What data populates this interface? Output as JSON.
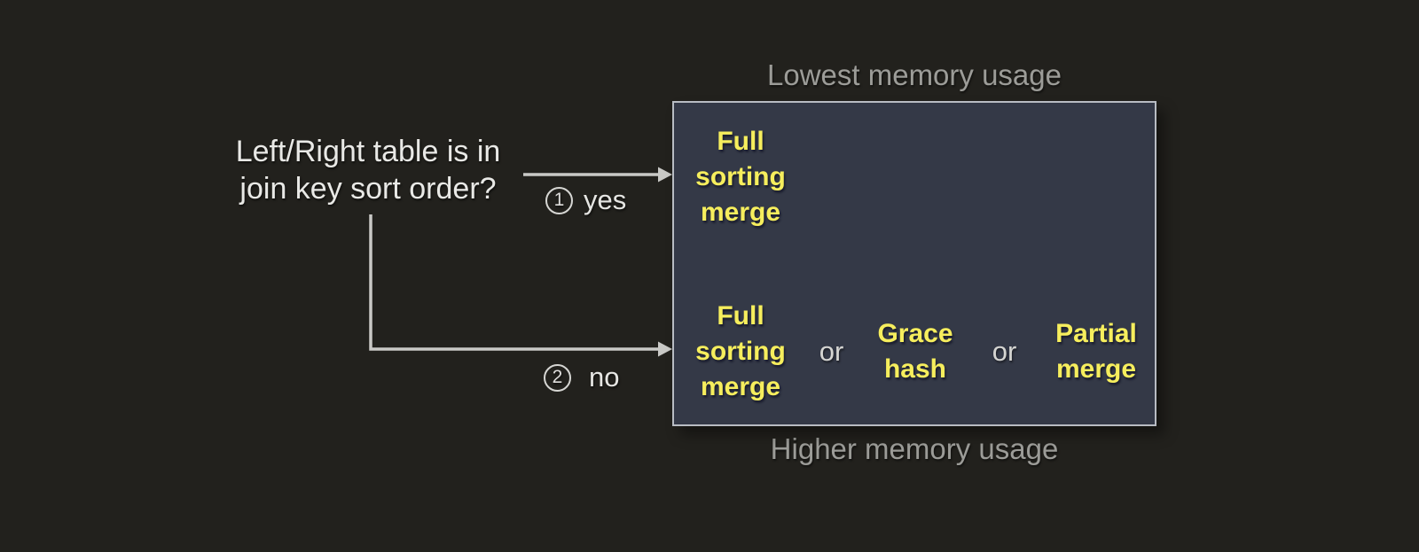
{
  "diagram": {
    "question": {
      "line1": "Left/Right table is in",
      "line2": "join key sort order?"
    },
    "branch_yes": {
      "number": "1",
      "label": "yes"
    },
    "branch_no": {
      "number": "2",
      "label": "no"
    },
    "caption_top": "Lowest memory usage",
    "caption_bottom": "Higher memory usage",
    "matrix": {
      "sorted_row": {
        "algorithm": "Full sorting merge"
      },
      "unsorted_row": {
        "algorithm_1": "Full sorting merge",
        "or_1": "or",
        "algorithm_2": "Grace hash",
        "or_2": "or",
        "algorithm_3": "Partial merge"
      }
    },
    "colors": {
      "background": "#22211d",
      "box_fill": "#343947",
      "box_border": "#b8bcc3",
      "highlight_yellow": "#f6ee5d",
      "caption_gray": "#9c9c98",
      "text_white": "#e9e9e6",
      "line_gray": "#c9c9c6"
    }
  }
}
